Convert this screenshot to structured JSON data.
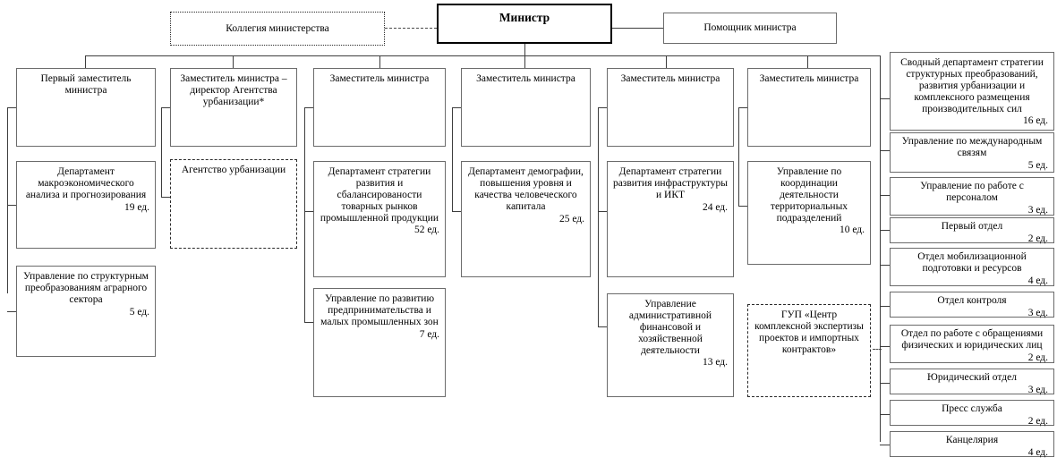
{
  "diagram": {
    "title_box": {
      "label": "Министр"
    },
    "top_left_box": {
      "label": "Коллегия министерства"
    },
    "top_right_box": {
      "label": "Помощник министра"
    },
    "columns": [
      {
        "head": {
          "label": "Первый заместитель министра"
        },
        "children": [
          {
            "label": "Департамент макроэкономического анализа и прогнозирования",
            "count": "19 ед."
          },
          {
            "label": "Управление по структурным преобразованиям аграрного сектора",
            "count": "5 ед."
          }
        ]
      },
      {
        "head": {
          "label": "Заместитель министра – директор Агентства урбанизации*"
        },
        "children": [
          {
            "label": "Агентство урбанизации",
            "count": ""
          }
        ]
      },
      {
        "head": {
          "label": "Заместитель министра"
        },
        "children": [
          {
            "label": "Департамент стратегии развития и сбалансированости товарных рынков промышленной продукции",
            "count": "52 ед."
          },
          {
            "label": "Управление по развитию предпринимательства и малых промышленных зон",
            "count": "7 ед."
          }
        ]
      },
      {
        "head": {
          "label": "Заместитель министра"
        },
        "children": [
          {
            "label": "Департамент демографии, повышения уровня и качества человеческого капитала",
            "count": "25 ед."
          }
        ]
      },
      {
        "head": {
          "label": "Заместитель министра"
        },
        "children": [
          {
            "label": "Департамент стратегии развития инфраструктуры и ИКТ",
            "count": "24 ед."
          },
          {
            "label": "Управление административной финансовой и хозяйственной деятельности",
            "count": "13 ед."
          }
        ]
      },
      {
        "head": {
          "label": "Заместитель министра"
        },
        "children": [
          {
            "label": "Управление по координации деятельности территориальных подразделений",
            "count": "10 ед."
          },
          {
            "label": "ГУП «Центр комплексной экспертизы проектов и импортных контрактов»",
            "count": ""
          }
        ]
      }
    ],
    "right_column": [
      {
        "label": "Сводный департамент стратегии структурных преобразований, развития урбанизации и комплексного размещения производительных сил",
        "count": "16 ед."
      },
      {
        "label": "Управление по международным связям",
        "count": "5 ед."
      },
      {
        "label": "Управление по работе с персоналом",
        "count": "3 ед."
      },
      {
        "label": "Первый отдел",
        "count": "2 ед."
      },
      {
        "label": "Отдел мобилизационной подготовки и ресурсов",
        "count": "4 ед."
      },
      {
        "label": "Отдел контроля",
        "count": "3 ед."
      },
      {
        "label": "Отдел по работе с обращениями физических и юридических лиц",
        "count": "2 ед."
      },
      {
        "label": "Юридический отдел",
        "count": "3 ед."
      },
      {
        "label": "Пресс служба",
        "count": "2 ед."
      },
      {
        "label": "Канцелярия",
        "count": "4 ед."
      }
    ]
  }
}
